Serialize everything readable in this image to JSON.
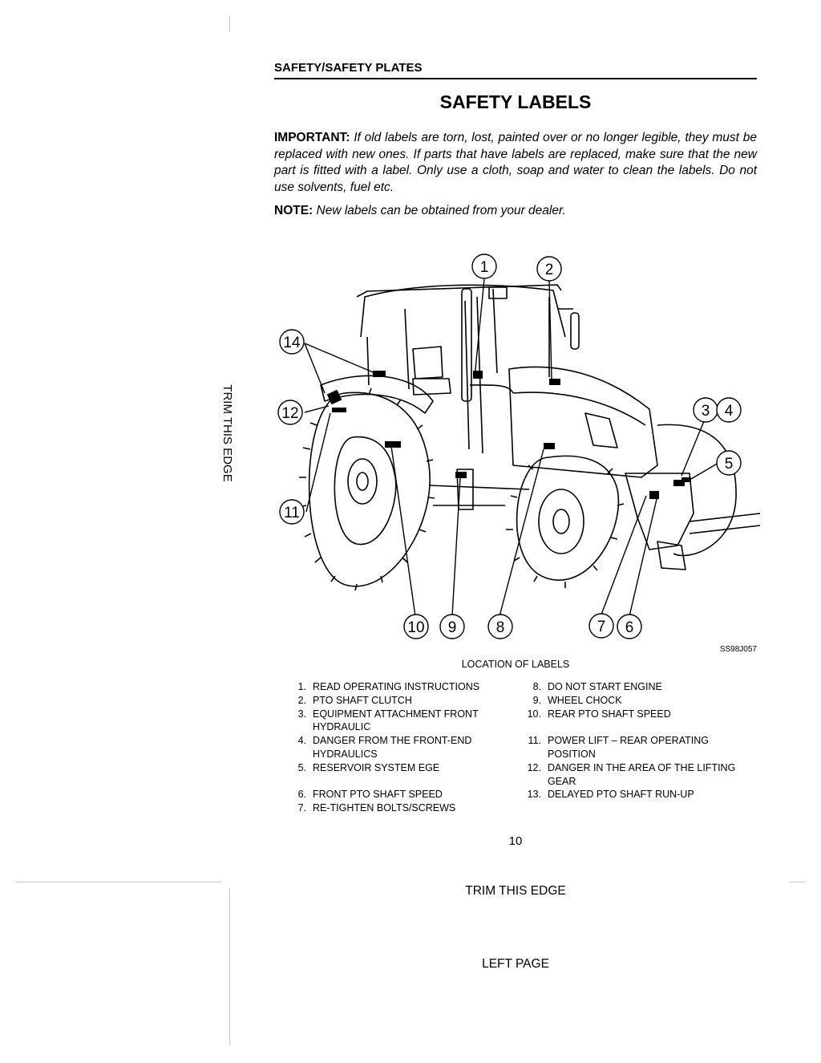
{
  "header": {
    "section": "SAFETY/SAFETY PLATES"
  },
  "title": "SAFETY LABELS",
  "important": {
    "label": "IMPORTANT:",
    "text": "If old labels are torn, lost, painted over or no longer legible, they must be replaced with new ones. If parts that have labels are replaced, make sure that the new part is fitted with a label. Only use a cloth, soap and water to clean the labels. Do not use solvents, fuel etc."
  },
  "note": {
    "label": "NOTE:",
    "text": "New labels can be obtained from your dealer."
  },
  "side_trim_text": "TRIM THIS EDGE",
  "figure": {
    "callouts": [
      "1",
      "2",
      "14",
      "12",
      "3",
      "4",
      "5",
      "11",
      "10",
      "9",
      "8",
      "7",
      "6"
    ],
    "code": "SS98J057",
    "caption": "LOCATION OF LABELS"
  },
  "legend_left": [
    {
      "num": "1.",
      "text": "READ OPERATING INSTRUCTIONS"
    },
    {
      "num": "2.",
      "text": "PTO SHAFT CLUTCH"
    },
    {
      "num": "3.",
      "text": "EQUIPMENT ATTACHMENT FRONT HYDRAULIC"
    },
    {
      "num": "4.",
      "text": "DANGER FROM THE FRONT-END HYDRAULICS"
    },
    {
      "num": "5.",
      "text": "RESERVOIR SYSTEM EGE"
    },
    {
      "num": "6.",
      "text": "FRONT PTO SHAFT SPEED"
    },
    {
      "num": "7.",
      "text": "RE-TIGHTEN BOLTS/SCREWS"
    }
  ],
  "legend_right": [
    {
      "num": "8.",
      "text": "DO NOT START ENGINE"
    },
    {
      "num": "9.",
      "text": "WHEEL CHOCK"
    },
    {
      "num": "10.",
      "text": "REAR PTO SHAFT SPEED"
    },
    {
      "num": "11.",
      "text": "POWER LIFT – REAR OPERATING POSITION"
    },
    {
      "num": "12.",
      "text": "DANGER IN THE AREA OF THE LIFTING GEAR"
    },
    {
      "num": "13.",
      "text": "DELAYED PTO SHAFT RUN-UP"
    }
  ],
  "page_number": "10",
  "bottom_trim_text": "TRIM THIS EDGE",
  "left_page_text": "LEFT PAGE"
}
